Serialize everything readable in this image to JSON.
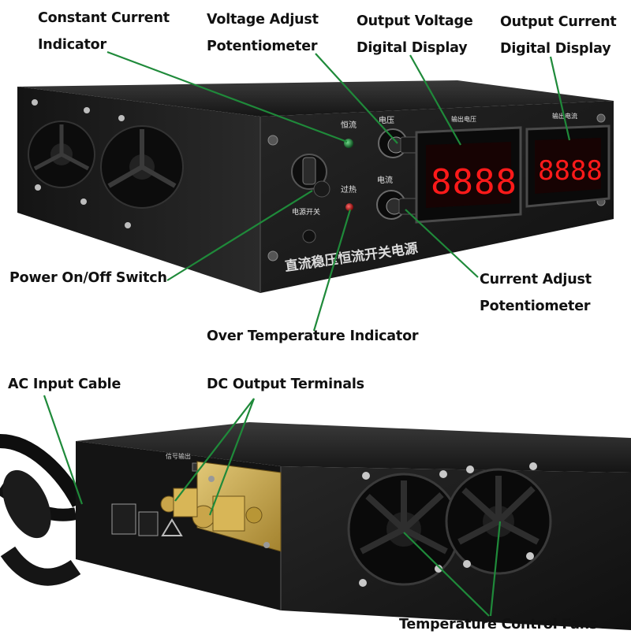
{
  "top_unit": {
    "front_panel": {
      "indicator_cc": "恒流",
      "pot_voltage": "电压",
      "display_voltage_title": "输出电压",
      "display_current_title": "输出电流",
      "indicator_ot": "过热",
      "pot_current": "电流",
      "power_switch": "电源开关",
      "name_plate": "直流稳压恒流开关电源"
    },
    "display_readout": "8888"
  },
  "bottom_unit": {
    "terminal_tag": "信号输出"
  },
  "callouts": {
    "constant_current": [
      "Constant Current",
      "Indicator"
    ],
    "voltage_adjust": [
      "Voltage Adjust",
      "Potentiometer"
    ],
    "output_voltage": [
      "Output Voltage",
      "Digital Display"
    ],
    "output_current": [
      "Output Current",
      "Digital Display"
    ],
    "power_switch": "Power On/Off Switch",
    "current_adjust": [
      "Current Adjust",
      "Potentiometer"
    ],
    "over_temperature": "Over Temperature Indicator",
    "ac_input": "AC Input Cable",
    "dc_output": "DC Output Terminals",
    "fans": "Temperature Control Fans"
  },
  "colors": {
    "leader_line": "#1f8a3a",
    "chassis": "#1c1c1c",
    "display_red": "#ff1a1a",
    "terminal_plate": "#c9a54a"
  }
}
